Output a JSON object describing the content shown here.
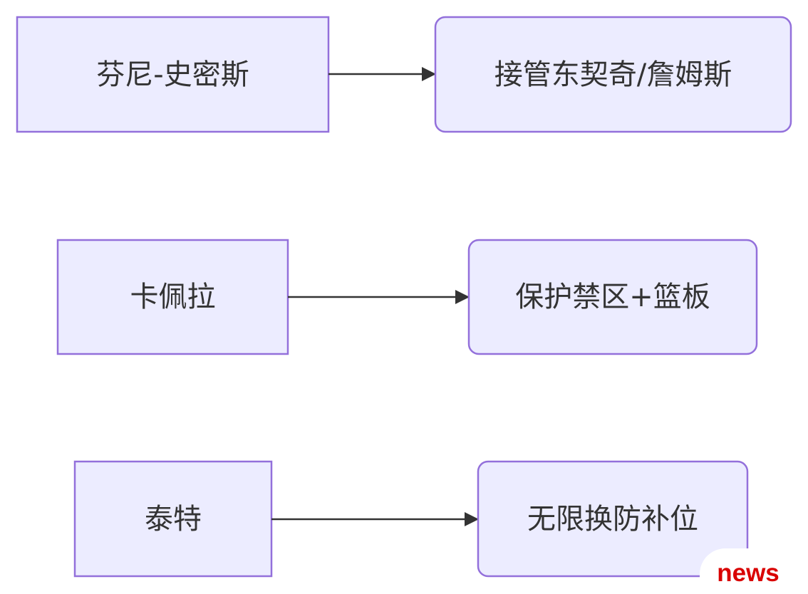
{
  "nodes": {
    "finney_smith": "芬尼-史密斯",
    "take_over": "接管东契奇/詹姆斯",
    "capela": "卡佩拉",
    "protect_paint": "保护禁区+篮板",
    "tate": "泰特",
    "switch_help": "无限换防补位"
  },
  "edges": [
    {
      "from": "finney_smith",
      "to": "take_over"
    },
    {
      "from": "capela",
      "to": "protect_paint"
    },
    {
      "from": "tate",
      "to": "switch_help"
    }
  ],
  "watermark": "news",
  "colors": {
    "node_fill": "#ECECFF",
    "node_stroke": "#9370DB",
    "edge": "#333333",
    "text": "#333333",
    "watermark": "#D90000"
  }
}
